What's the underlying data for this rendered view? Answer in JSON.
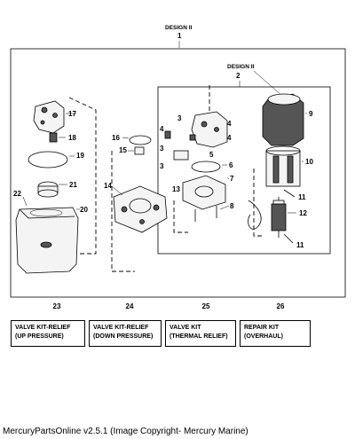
{
  "header": {
    "design_top": "DESIGN II",
    "design_top_num": "1",
    "design_sub": "DESIGN II",
    "design_sub_num": "2"
  },
  "callouts": {
    "c3a": "3",
    "c3b": "3",
    "c3c": "3",
    "c4a": "4",
    "c4b": "4",
    "c4c": "4",
    "c5": "5",
    "c6": "6",
    "c7": "7",
    "c8": "8",
    "c9": "9",
    "c10": "10",
    "c11a": "11",
    "c11b": "11",
    "c12": "12",
    "c13": "13",
    "c14": "14",
    "c15": "15",
    "c16": "16",
    "c17": "17",
    "c18": "18",
    "c19": "19",
    "c20": "20",
    "c21": "21",
    "c22": "22"
  },
  "kits": [
    {
      "num": "23",
      "line1": "VALVE KIT-RELIEF",
      "line2": "(UP PRESSURE)"
    },
    {
      "num": "24",
      "line1": "VALVE KIT-RELIEF",
      "line2": "(DOWN PRESSURE)"
    },
    {
      "num": "25",
      "line1": "VALVE KIT",
      "line2": "(THERMAL RELIEF)"
    },
    {
      "num": "26",
      "line1": "REPAIR KIT",
      "line2": "(OVERHAUL)"
    }
  ],
  "footer": "MercuryPartsOnline v2.5.1 (Image Copyright- Mercury Marine)"
}
